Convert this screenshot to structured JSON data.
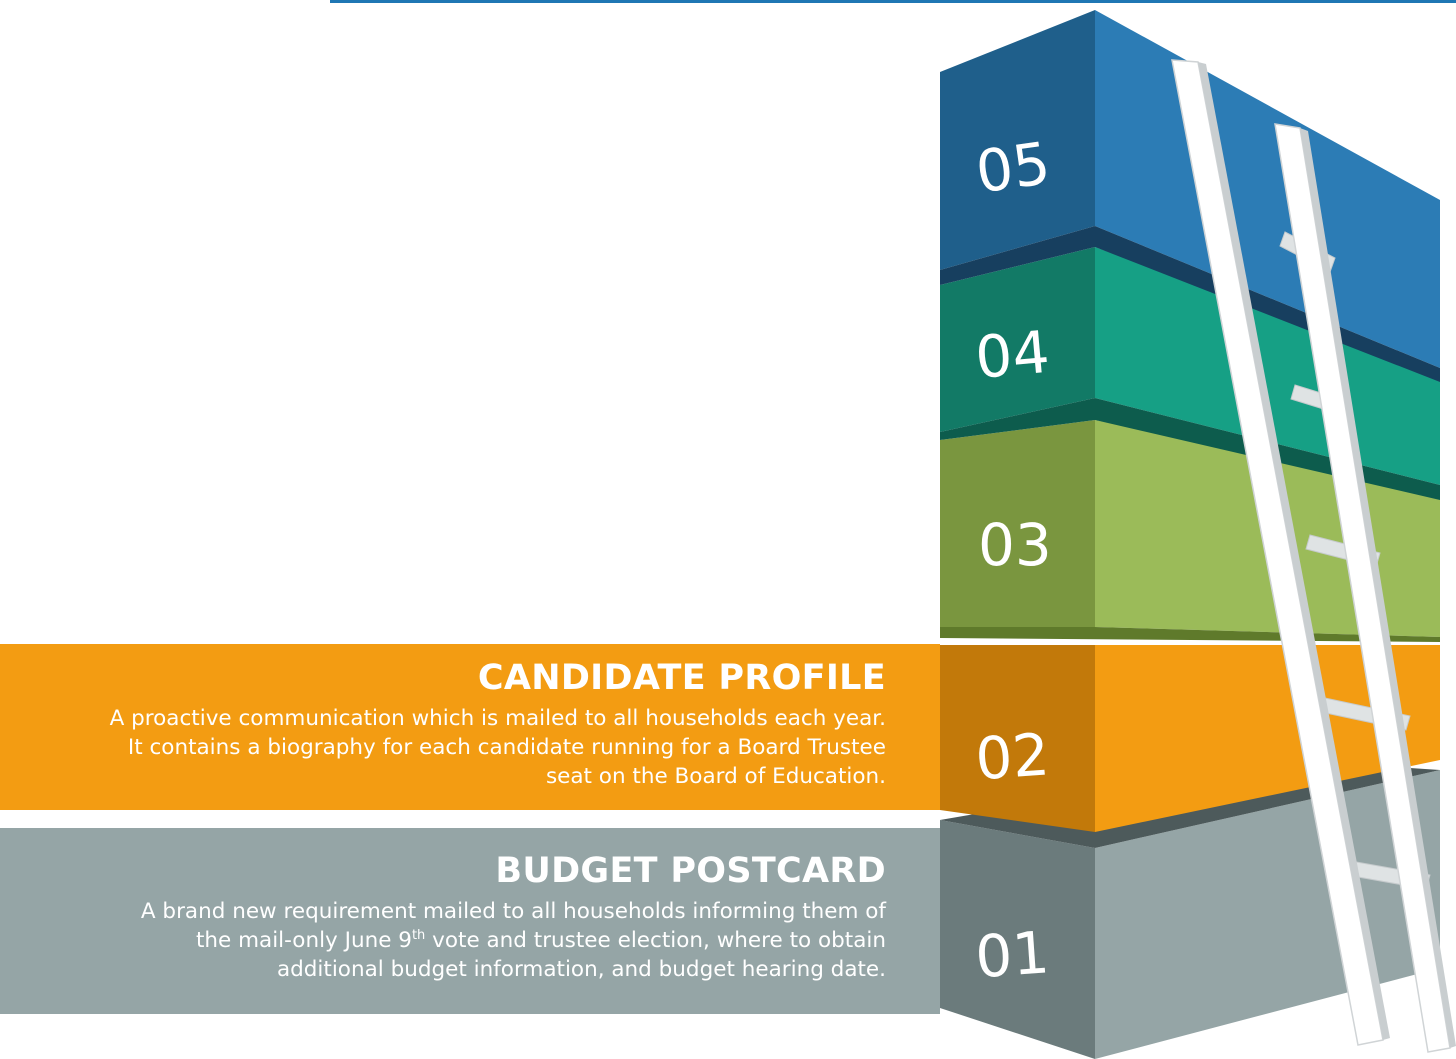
{
  "blocks": [
    {
      "number": "05",
      "color": "#2c7cb5"
    },
    {
      "number": "04",
      "color": "#16a085"
    },
    {
      "number": "03",
      "color": "#9bbb59"
    },
    {
      "number": "02",
      "color": "#f39c12"
    },
    {
      "number": "01",
      "color": "#95a5a6"
    }
  ],
  "candidate_profile": {
    "title": "CANDIDATE PROFILE",
    "lines": [
      "A proactive communication which is mailed to all households each year.",
      "It contains a biography for each candidate running for a Board Trustee",
      "seat on the Board of Education."
    ]
  },
  "budget_postcard": {
    "title": "BUDGET POSTCARD",
    "line1": "A brand new requirement mailed to all households informing them of",
    "line2_before": "the mail-only June 9",
    "line2_sup": "th",
    "line2_after": " vote and trustee election, where to obtain",
    "line3": "additional budget information, and budget hearing date."
  }
}
